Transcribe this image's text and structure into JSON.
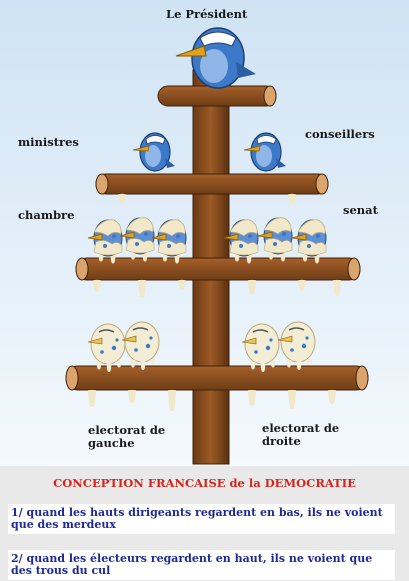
{
  "scene": {
    "labels": {
      "president": "Le Président",
      "ministres": "ministres",
      "conseillers": "conseillers",
      "chambre": "chambre",
      "senat": "senat",
      "electorat_gauche": "electorat de\ngauche",
      "electorat_droite": "electorat de\ndroite"
    },
    "colors": {
      "sky_top": "#cfe3f4",
      "sky_bottom": "#f4f9fd",
      "wood": "#8a4e1f",
      "wood_dark": "#5e3312",
      "bird_blue": "#3d79c9",
      "beak": "#e0a21a",
      "mess": "#f1e8c9"
    }
  },
  "caption": {
    "title": "CONCEPTION FRANCAISE de la DEMOCRATIE",
    "point1": "1/ quand les hauts dirigeants regardent en bas, ils ne voient que des merdeux",
    "point2": "2/ quand les électeurs regardent en haut, ils ne voient que des trous du cul"
  }
}
